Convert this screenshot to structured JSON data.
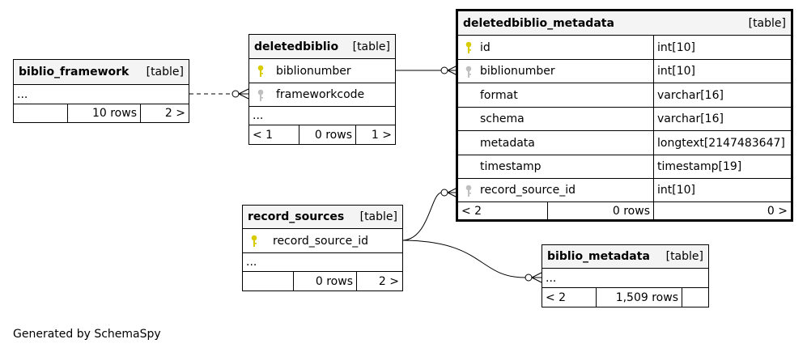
{
  "colors": {
    "pk": "#d8cc00",
    "fk": "#bfbfbf",
    "header_bg": "#f4f4f4"
  },
  "tables": {
    "biblio_framework": {
      "name": "biblio_framework",
      "kind": "[table]",
      "ellipsis": "...",
      "footer": {
        "left": "",
        "rows": "10 rows",
        "right": "2 >"
      }
    },
    "deletedbiblio": {
      "name": "deletedbiblio",
      "kind": "[table]",
      "columns": [
        {
          "name": "biblionumber",
          "key": "key-icon-primary"
        },
        {
          "name": "frameworkcode",
          "key": "key-icon-foreign"
        }
      ],
      "ellipsis": "...",
      "footer": {
        "left": "< 1",
        "rows": "0 rows",
        "right": "1 >"
      }
    },
    "deletedbiblio_metadata": {
      "name": "deletedbiblio_metadata",
      "kind": "[table]",
      "columns": [
        {
          "name": "id",
          "type": "int[10]",
          "key": "key-icon-primary"
        },
        {
          "name": "biblionumber",
          "type": "int[10]",
          "key": "key-icon-foreign"
        },
        {
          "name": "format",
          "type": "varchar[16]"
        },
        {
          "name": "schema",
          "type": "varchar[16]"
        },
        {
          "name": "metadata",
          "type": "longtext[2147483647]"
        },
        {
          "name": "timestamp",
          "type": "timestamp[19]"
        },
        {
          "name": "record_source_id",
          "type": "int[10]",
          "key": "key-icon-foreign"
        }
      ],
      "footer": {
        "left": "< 2",
        "rows": "0 rows",
        "right": "0 >"
      }
    },
    "record_sources": {
      "name": "record_sources",
      "kind": "[table]",
      "columns": [
        {
          "name": "record_source_id",
          "key": "key-icon-primary"
        }
      ],
      "ellipsis": "...",
      "footer": {
        "left": "",
        "rows": "0 rows",
        "right": "2 >"
      }
    },
    "biblio_metadata": {
      "name": "biblio_metadata",
      "kind": "[table]",
      "ellipsis": "...",
      "footer": {
        "left": "< 2",
        "rows": "1,509 rows",
        "right": ""
      }
    }
  },
  "footer_text": "Generated by SchemaSpy"
}
